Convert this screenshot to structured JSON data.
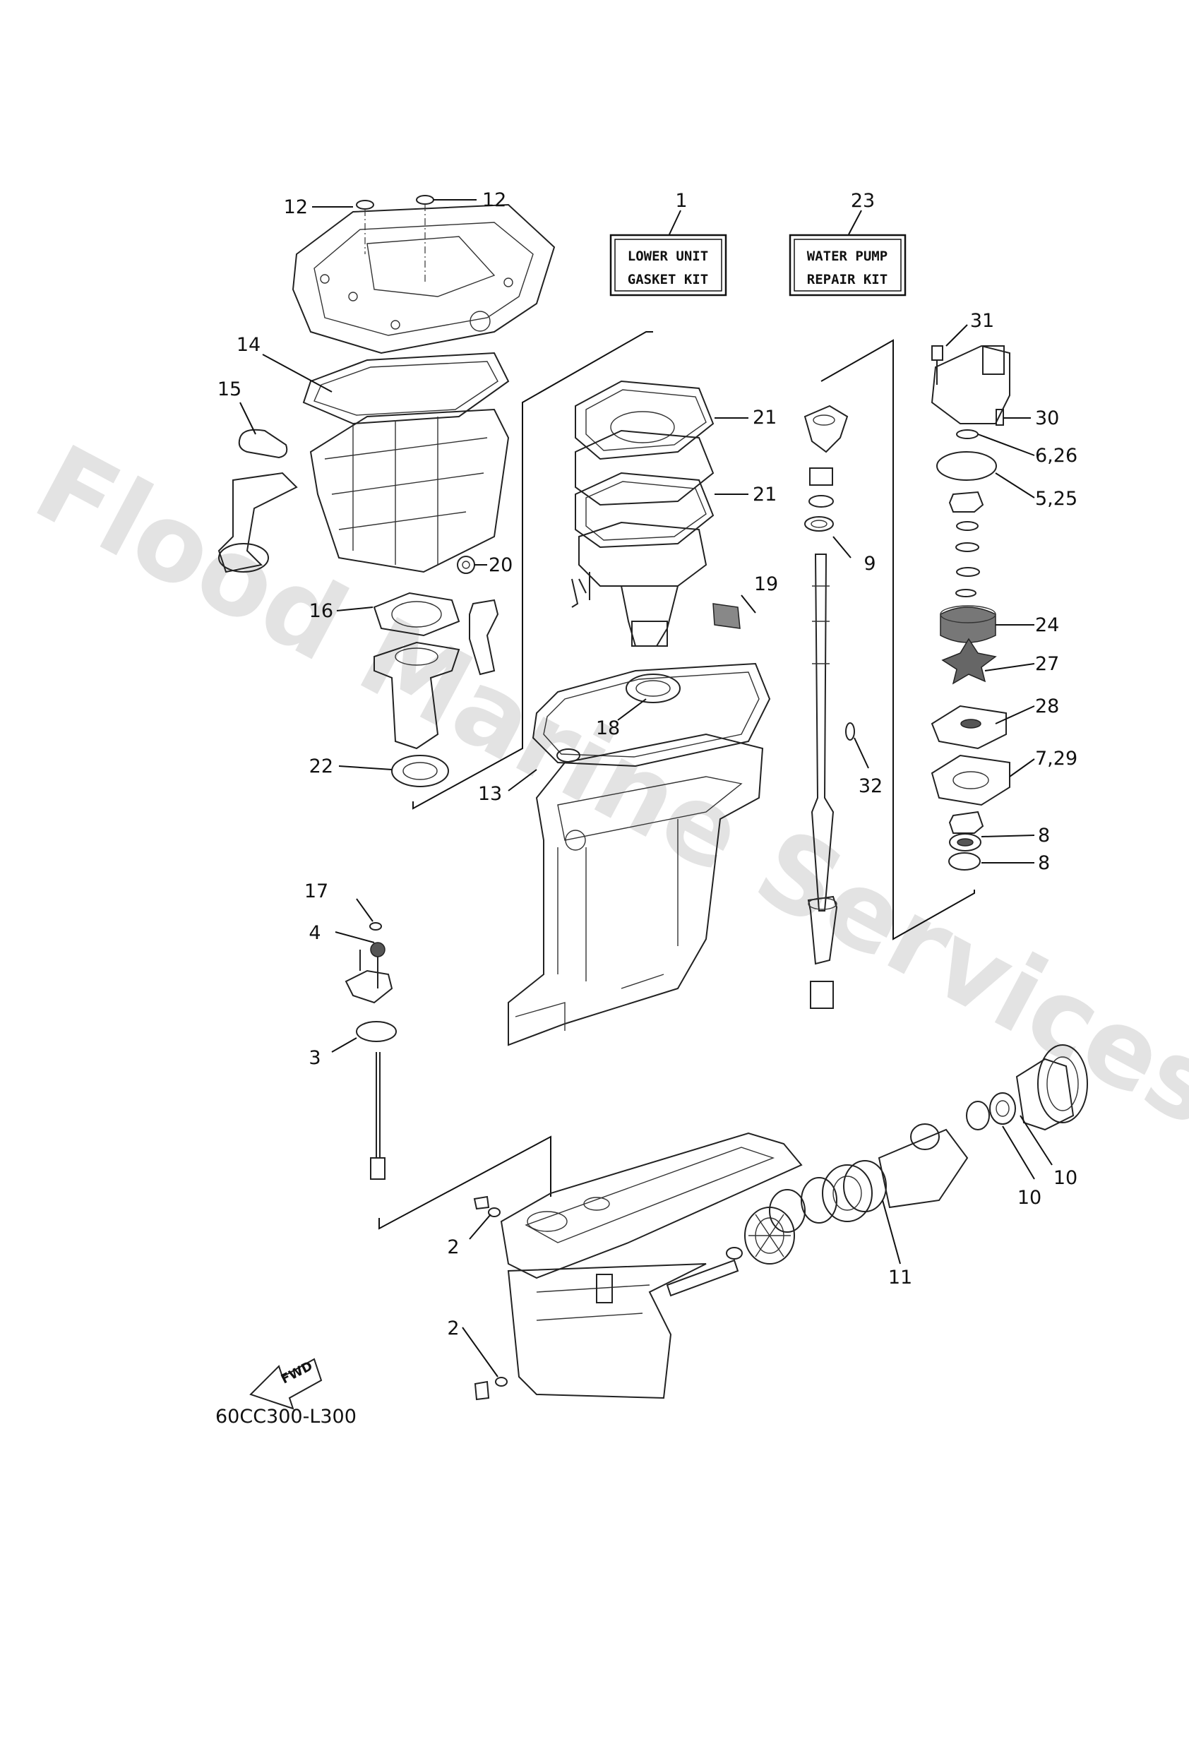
{
  "diagram_code": "60CC300-L300",
  "watermark": "Flood Marine Services",
  "kits": {
    "lower_unit": {
      "ref": "1",
      "line1": "LOWER UNIT",
      "line2": "GASKET KIT"
    },
    "water_pump": {
      "ref": "23",
      "line1": "WATER PUMP",
      "line2": "REPAIR KIT"
    }
  },
  "fwd_label": "FWD",
  "callouts": [
    "12",
    "12",
    "14",
    "15",
    "20",
    "16",
    "22",
    "21",
    "21",
    "19",
    "18",
    "13",
    "9",
    "32",
    "31",
    "30",
    "6,26",
    "5,25",
    "24",
    "27",
    "28",
    "7,29",
    "8",
    "8",
    "17",
    "4",
    "3",
    "2",
    "2",
    "11",
    "10",
    "10"
  ]
}
